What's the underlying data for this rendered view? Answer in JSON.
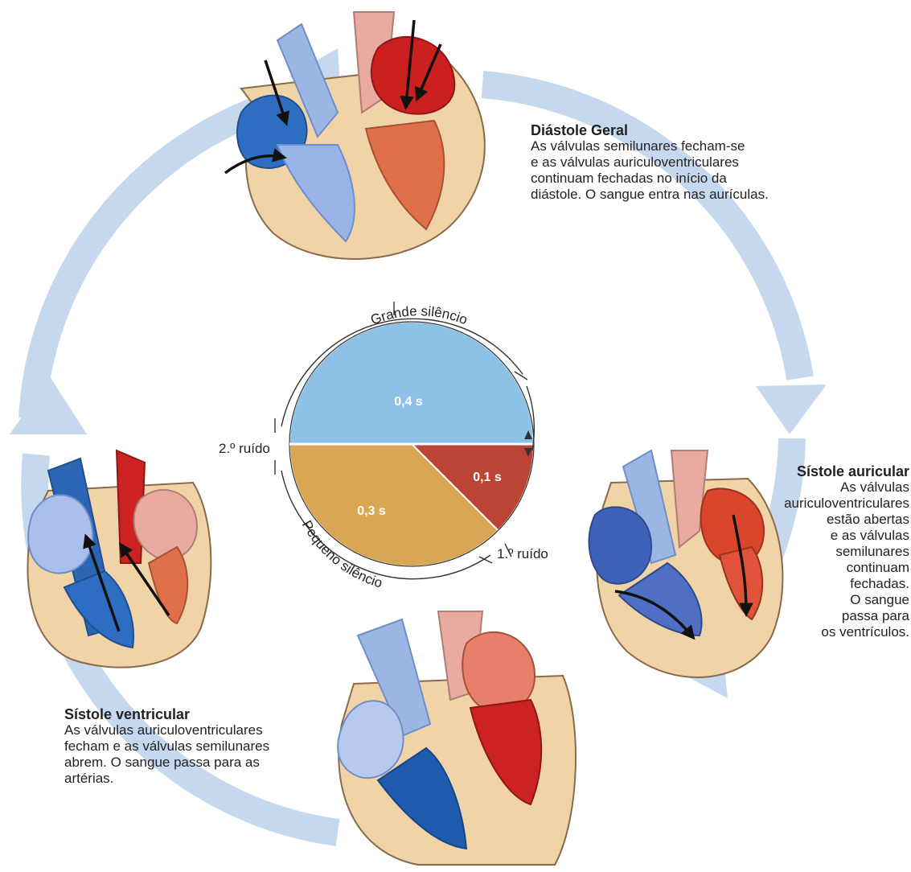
{
  "phases": {
    "diastole": {
      "title": "Diástole Geral",
      "lines": [
        "As válvulas semilunares fecham-se",
        "e as válvulas auriculoventriculares",
        "continuam fechadas no início da",
        "diástole. O sangue entra nas aurículas."
      ]
    },
    "atrial_systole": {
      "title": "Sístole auricular",
      "lines": [
        "As válvulas",
        "auriculoventriculares",
        "estão abertas",
        "e as válvulas",
        "semilunares",
        "continuam",
        "fechadas.",
        "O sangue",
        "passa para",
        "os ventrículos."
      ]
    },
    "ventricular_systole": {
      "title": "Sístole ventricular",
      "lines": [
        "As válvulas auriculoventriculares",
        "fecham e as válvulas semilunares",
        "abrem. O sangue passa para as",
        "artérias."
      ]
    }
  },
  "timing": {
    "segments": [
      {
        "label": "0,4 s",
        "value": 0.4,
        "color": "#8ec1e6"
      },
      {
        "label": "0,1 s",
        "value": 0.1,
        "color": "#bc4435"
      },
      {
        "label": "0,3 s",
        "value": 0.3,
        "color": "#d9a654"
      }
    ],
    "grande_silencio": "Grande silêncio",
    "pequeno_silencio": "Pequeno silêncio",
    "ruido_1": "1.º ruído",
    "ruido_2": "2.º ruído"
  },
  "colors": {
    "cycle_arrow": "#c5d8ee",
    "heart_wall": "#f0d4a8",
    "heart_outline": "#8a6a4a",
    "deoxygenated_blue": "#2b65b3",
    "light_blue": "#8aa9dd",
    "oxygenated_red": "#cc2222",
    "salmon": "#e8a898",
    "arrow": "#111111"
  }
}
